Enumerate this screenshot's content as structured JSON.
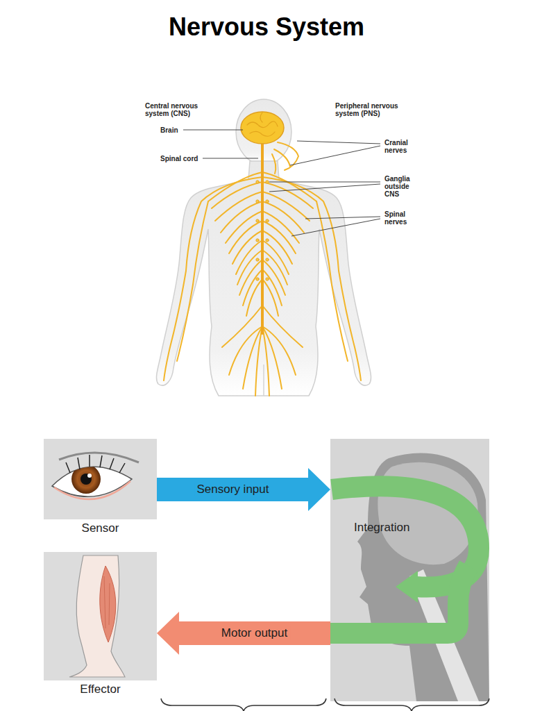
{
  "diagram": {
    "title": "Nervous System",
    "nodes": [
      {
        "text": [
          "Sensor"
        ]
      },
      {
        "text": [
          "Integration"
        ]
      },
      {
        "text": [
          "Effector"
        ]
      }
    ],
    "edges": [
      {
        "from": 0,
        "to": 1,
        "arrow": "to",
        "label": "Sensory input"
      },
      {
        "from": 1,
        "to": 2,
        "arrow": "to",
        "label": "Motor output"
      }
    ],
    "labels": [
      "Central nervous system (CNS)",
      "Brain",
      "Spinal cord",
      "Peripheral nervous system (PNS)",
      "Cranial nerves",
      "Ganglia outside CNS",
      "Spinal nerves"
    ]
  }
}
